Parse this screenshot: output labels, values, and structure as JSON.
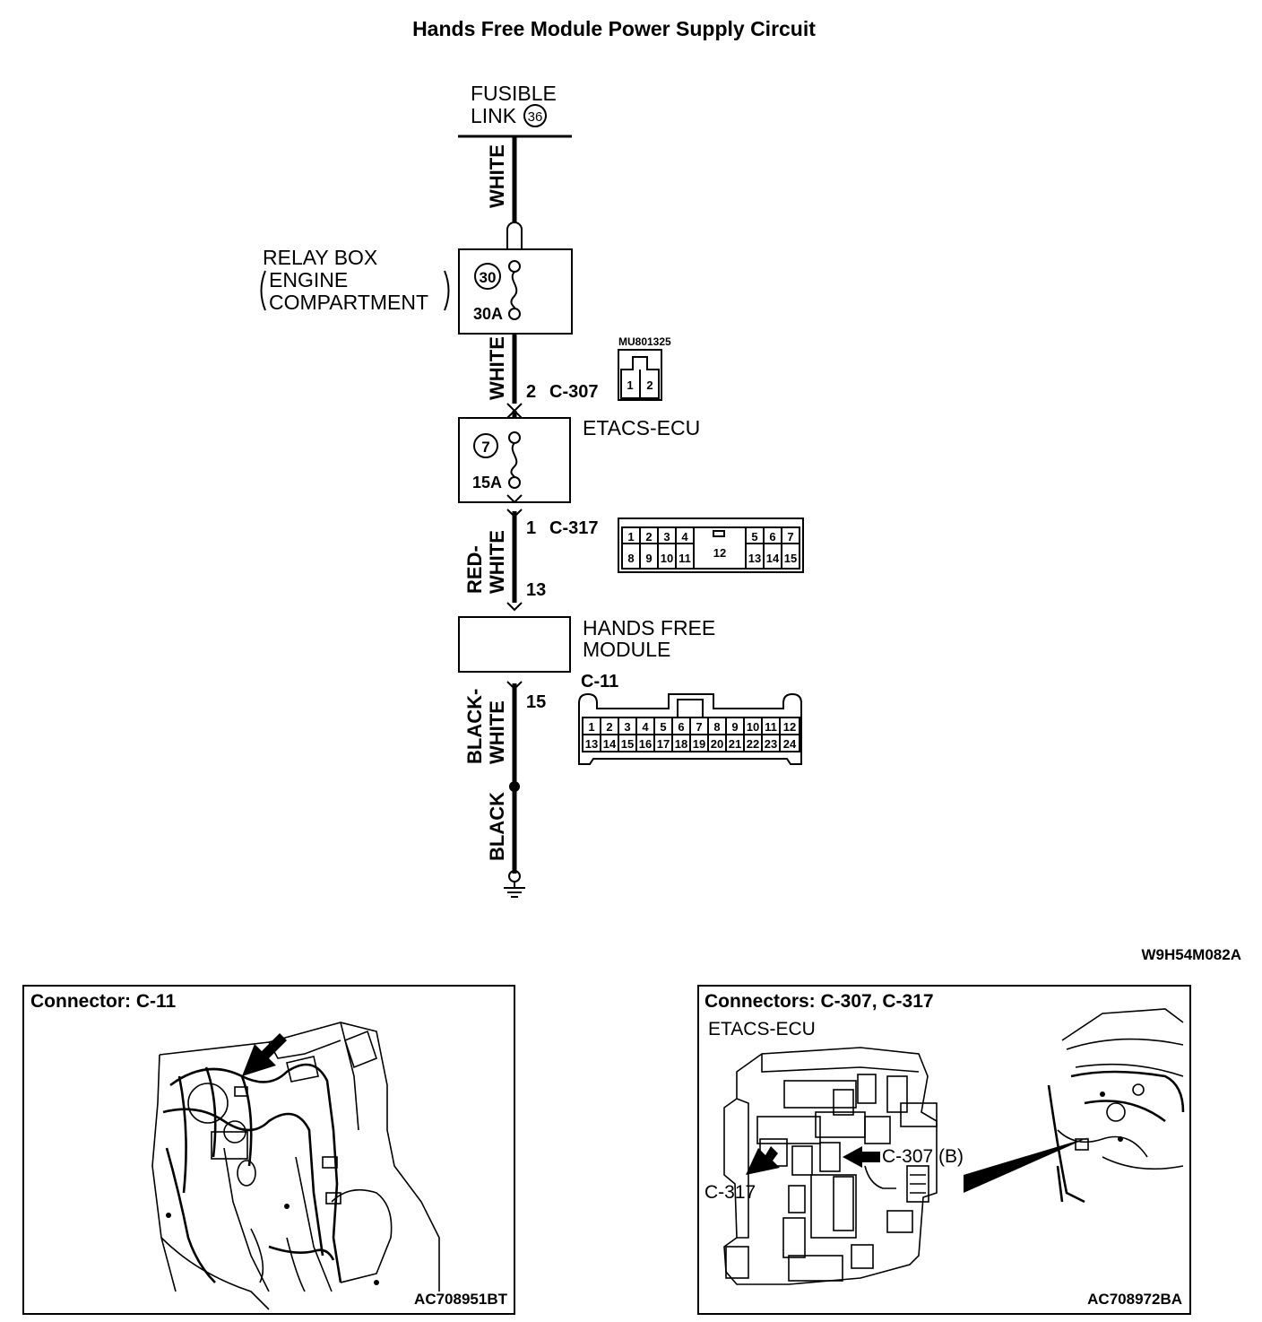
{
  "title": "Hands Free Module Power Supply Circuit",
  "fusible_link": {
    "line1": "FUSIBLE",
    "line2": "LINK",
    "number": "36"
  },
  "relay_box": {
    "line1": "RELAY BOX",
    "line2": "ENGINE",
    "line3": "COMPARTMENT",
    "fuse_number": "30",
    "fuse_rating": "30A"
  },
  "etacs": {
    "label": "ETACS-ECU",
    "fuse_number": "7",
    "fuse_rating": "15A"
  },
  "hands_free": {
    "line1": "HANDS FREE",
    "line2": "MODULE"
  },
  "wires": {
    "white_top": "WHITE",
    "white_mid": "WHITE",
    "red_white_1": "RED-",
    "red_white_2": "WHITE",
    "black_white_1": "BLACK-",
    "black_white_2": "WHITE",
    "black": "BLACK"
  },
  "connectors": {
    "c307": {
      "pin": "2",
      "name": "C-307",
      "part": "MU801325",
      "pins": [
        "1",
        "2"
      ]
    },
    "c317": {
      "pin_top": "1",
      "name": "C-317",
      "pin_bottom": "13",
      "row1_left": [
        "1",
        "2",
        "3",
        "4"
      ],
      "mid": "12",
      "row1_right": [
        "5",
        "6",
        "7"
      ],
      "row2_left": [
        "8",
        "9",
        "10",
        "11"
      ],
      "row2_right": [
        "13",
        "14",
        "15"
      ]
    },
    "c11": {
      "name": "C-11",
      "pin": "15",
      "row1": [
        "1",
        "2",
        "3",
        "4",
        "5",
        "6",
        "7",
        "8",
        "9",
        "10",
        "11",
        "12"
      ],
      "row2": [
        "13",
        "14",
        "15",
        "16",
        "17",
        "18",
        "19",
        "20",
        "21",
        "22",
        "23",
        "24"
      ]
    }
  },
  "diagram_code": "W9H54M082A",
  "panel_left": {
    "title": "Connector: C-11",
    "code": "AC708951BT"
  },
  "panel_right": {
    "title": "Connectors: C-307, C-317",
    "subtitle": "ETACS-ECU",
    "label_c307": "C-307 (B)",
    "label_c317": "C-317",
    "code": "AC708972BA"
  }
}
